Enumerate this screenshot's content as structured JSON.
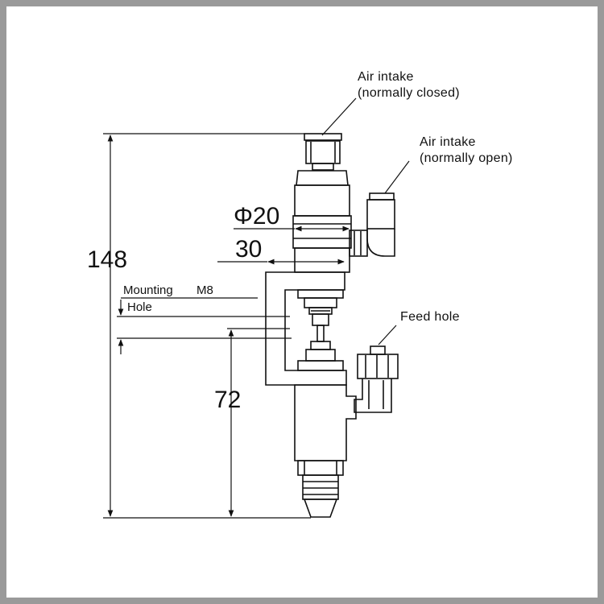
{
  "labels": {
    "air_closed_line1": "Air intake",
    "air_closed_line2": "(normally closed)",
    "air_open_line1": "Air intake",
    "air_open_line2": "(normally open)",
    "feed_hole": "Feed hole",
    "mounting_line1": "Mounting",
    "mounting_thread": "M8",
    "mounting_line2": "Hole"
  },
  "dimensions": {
    "total_height": "148",
    "diameter": "Φ20",
    "width": "30",
    "lower_height": "72"
  },
  "colors": {
    "stroke": "#111111",
    "background": "#ffffff",
    "border": "#9a9a9a"
  }
}
